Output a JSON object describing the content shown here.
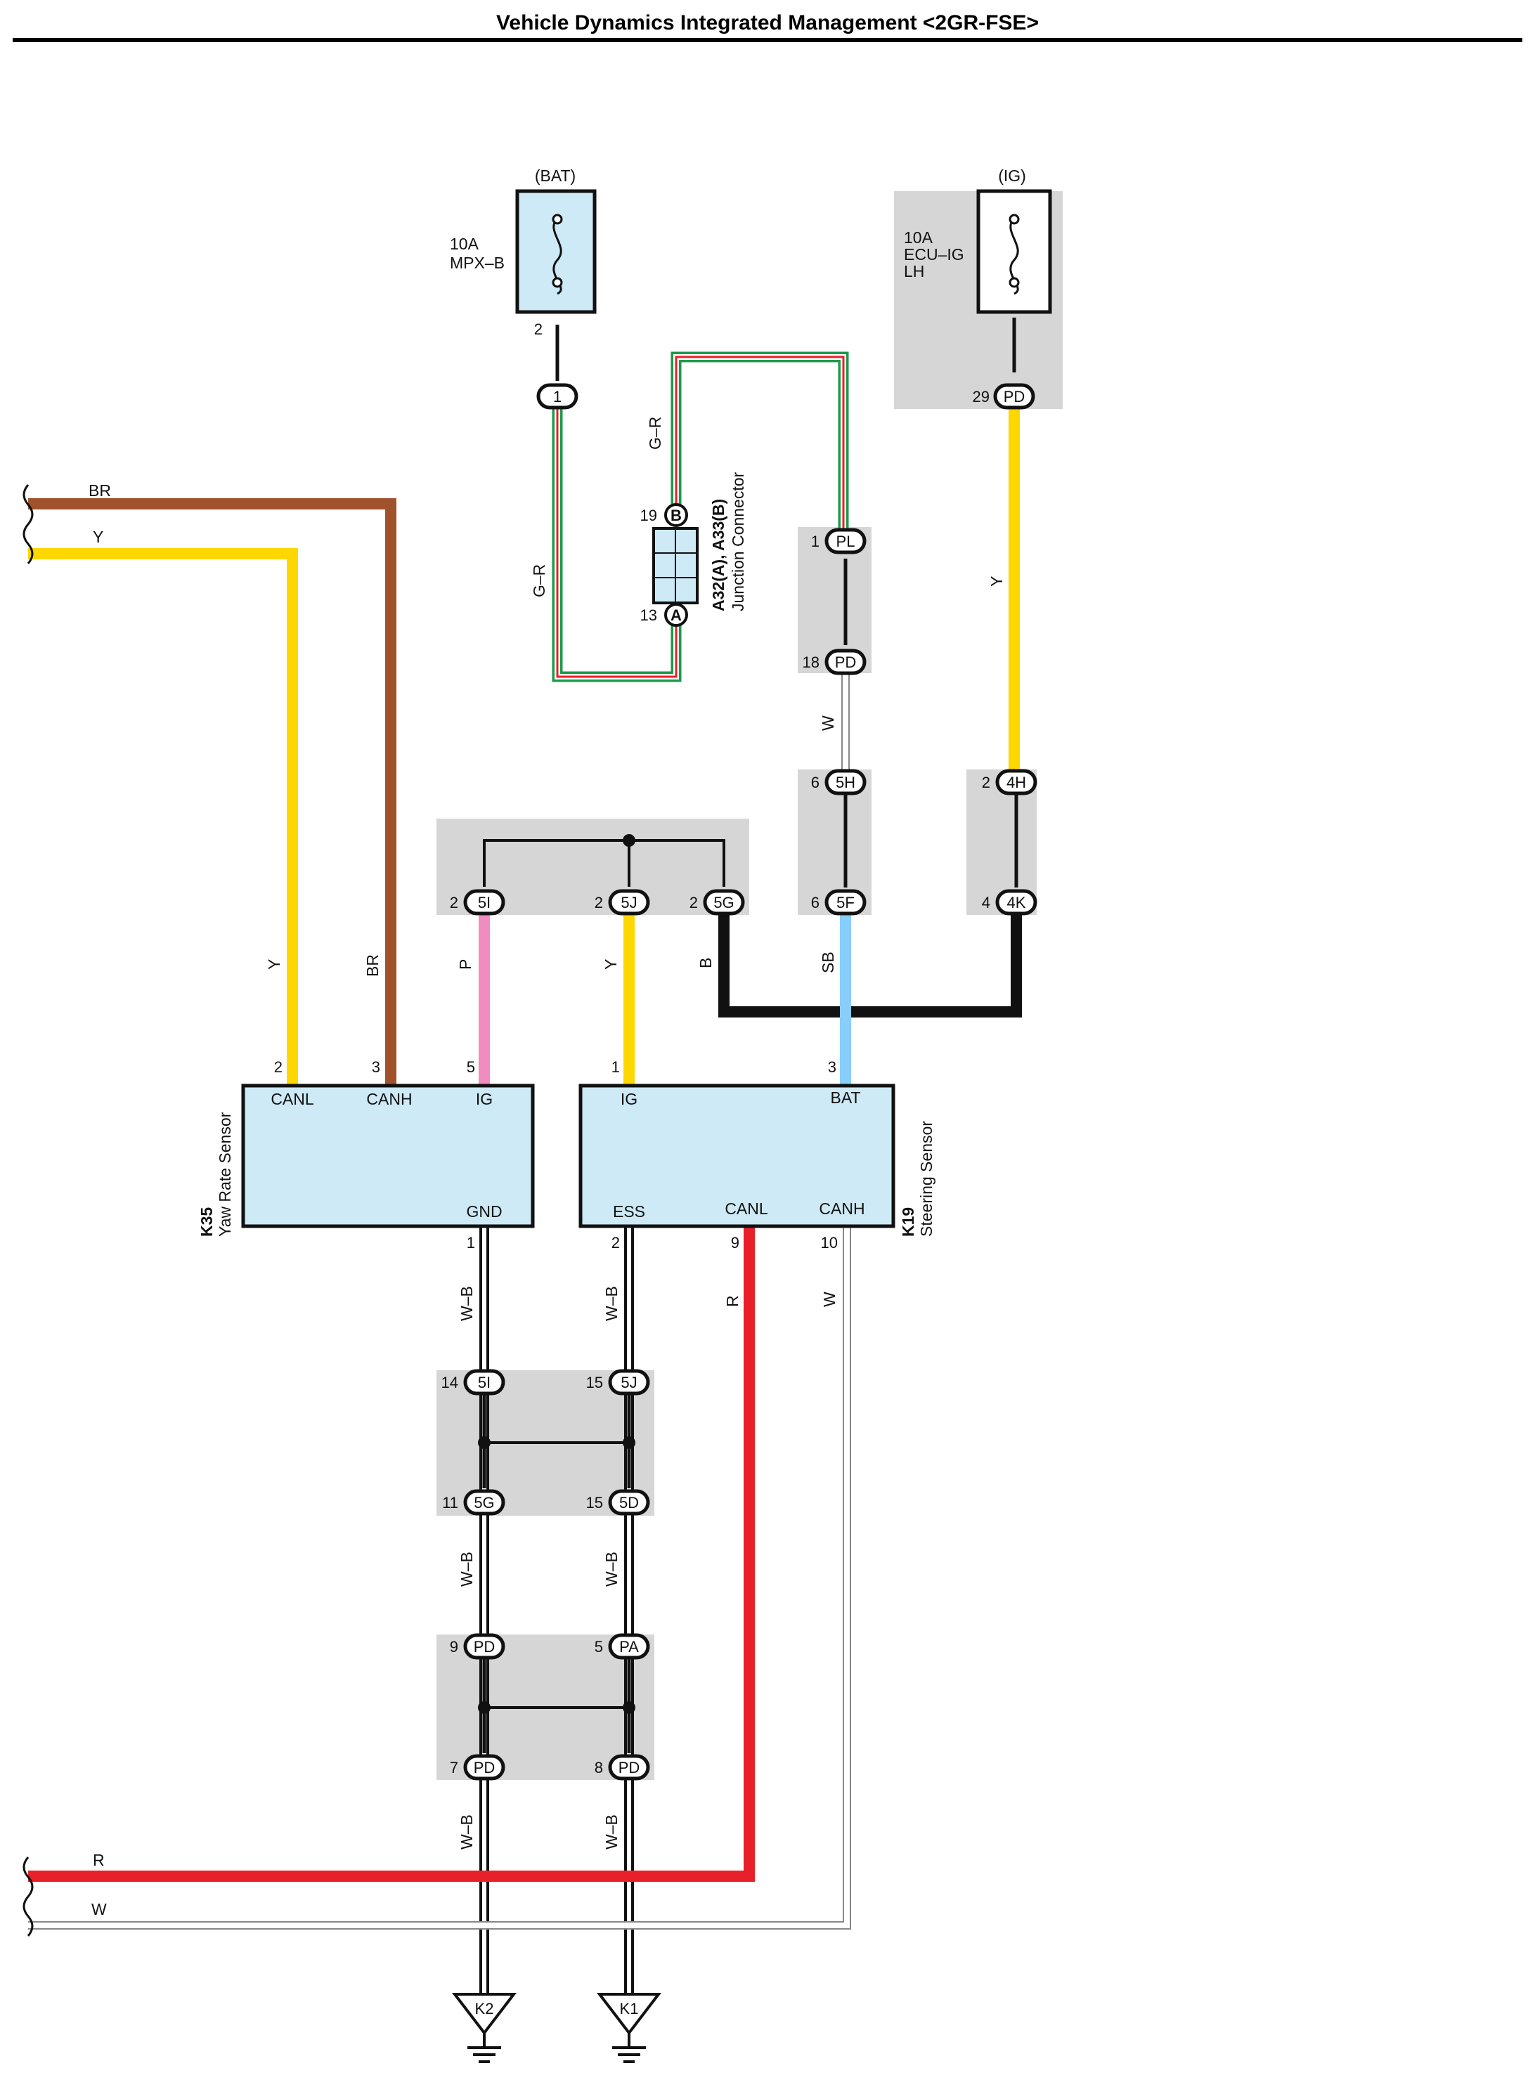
{
  "title": "Vehicle Dynamics Integrated Management <2GR-FSE>",
  "colors": {
    "BR": "#a0522d",
    "Y": "#ffd700",
    "P": "#f08cc0",
    "B": "#111111",
    "SB": "#87cefa",
    "R": "#e8202a",
    "W": "#ffffff",
    "G": "#1a9a4a",
    "box": "#cdeaf6",
    "shade": "#d6d6d6"
  },
  "fuses": [
    {
      "id": "bat",
      "supply": "(BAT)",
      "rating": "10A",
      "name": "MPX–B",
      "name2": "",
      "pin": "2"
    },
    {
      "id": "ig",
      "supply": "(IG)",
      "rating": "10A",
      "name": "ECU–IG",
      "name2": "LH",
      "pin": "29"
    }
  ],
  "junction": {
    "id": "A32(A), A33(B)",
    "name": "Junction Connector",
    "pinB": "19",
    "pinA": "13"
  },
  "connectors": {
    "c1": "1",
    "PL": "PL",
    "PD": "PD",
    "5H": "5H",
    "5F": "5F",
    "4H": "4H",
    "4K": "4K",
    "5I": "5I",
    "5J": "5J",
    "5G": "5G",
    "5D": "5D",
    "PA": "PA",
    "B": "B",
    "A": "A"
  },
  "pins": {
    "pl1": "1",
    "pd18": "18",
    "h5": "6",
    "f5": "6",
    "h4": "2",
    "k4": "4",
    "i5": "2",
    "j5": "2",
    "g5": "2",
    "i5b": "14",
    "j5b": "15",
    "g5b": "11",
    "d5b": "15",
    "pd9": "9",
    "pa5": "5",
    "pd7": "7",
    "pd8": "8"
  },
  "wires": {
    "BR": "BR",
    "Y": "Y",
    "GR": "G–R",
    "W": "W",
    "P": "P",
    "B": "B",
    "SB": "SB",
    "WB": "W–B",
    "R": "R"
  },
  "yaw": {
    "id": "K35",
    "name": "Yaw Rate Sensor",
    "terms": {
      "canl": "CANL",
      "canh": "CANH",
      "ig": "IG",
      "gnd": "GND"
    },
    "pins": {
      "canl": "2",
      "canh": "3",
      "ig": "5",
      "gnd": "1"
    }
  },
  "steer": {
    "id": "K19",
    "name": "Steering Sensor",
    "terms": {
      "ig": "IG",
      "bat": "BAT",
      "ess": "ESS",
      "canl": "CANL",
      "canh": "CANH"
    },
    "pins": {
      "ig": "1",
      "bat": "3",
      "ess": "2",
      "canl": "9",
      "canh": "10"
    }
  },
  "grounds": [
    "K2",
    "K1"
  ]
}
